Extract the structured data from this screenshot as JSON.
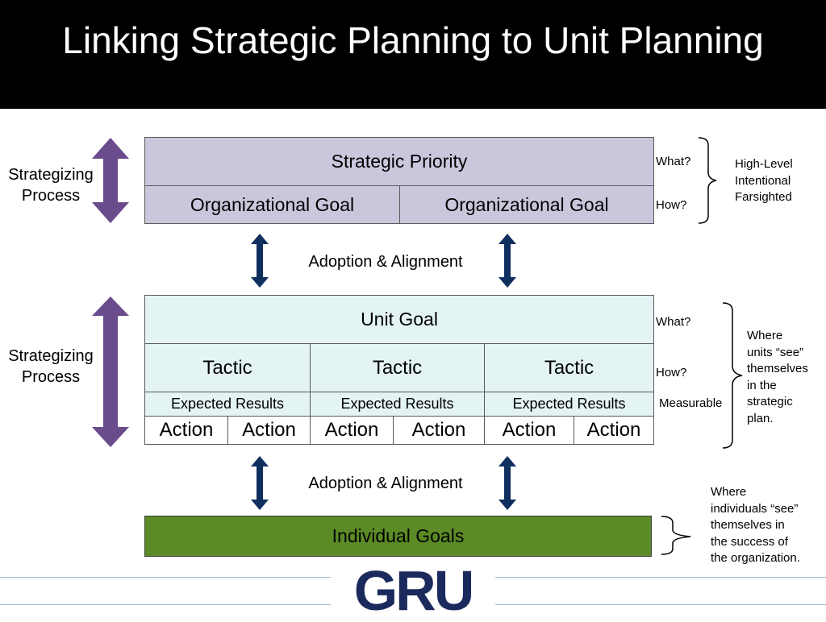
{
  "title": "Linking Strategic Planning to Unit Planning",
  "strategic_section": {
    "priority_label": "Strategic Priority",
    "org_goals": [
      "Organizational Goal",
      "Organizational Goal"
    ],
    "what_label": "What?",
    "how_label": "How?",
    "bracket_note": [
      "High-Level",
      "Intentional",
      "Farsighted"
    ]
  },
  "strategizing_label": [
    "Strategizing",
    "Process"
  ],
  "alignment_label": "Adoption & Alignment",
  "unit_section": {
    "unit_goal_label": "Unit Goal",
    "tactics": [
      "Tactic",
      "Tactic",
      "Tactic"
    ],
    "expected_results": [
      "Expected Results",
      "Expected Results",
      "Expected Results"
    ],
    "actions": [
      "Action",
      "Action",
      "Action",
      "Action",
      "Action",
      "Action"
    ],
    "what_label": "What?",
    "how_label": "How?",
    "measurable_label": "Measurable",
    "bracket_note": [
      "Where",
      "units “see”",
      "themselves",
      "in the",
      "strategic",
      "plan."
    ]
  },
  "individual_section": {
    "goals_label": "Individual Goals",
    "bracket_note": [
      "Where",
      "individuals “see”",
      "themselves in",
      "the success of",
      "the organization."
    ]
  },
  "logo_text": "GRU",
  "colors": {
    "title_bar": "#000000",
    "strategic_fill": "#c9c7dc",
    "unit_fill": "#e4f3f4",
    "individual_fill": "#5b8a26",
    "purple_arrow": "#6a4c8c",
    "navy_arrow": "#0f2f5e",
    "logo": "#1b2a5c"
  }
}
